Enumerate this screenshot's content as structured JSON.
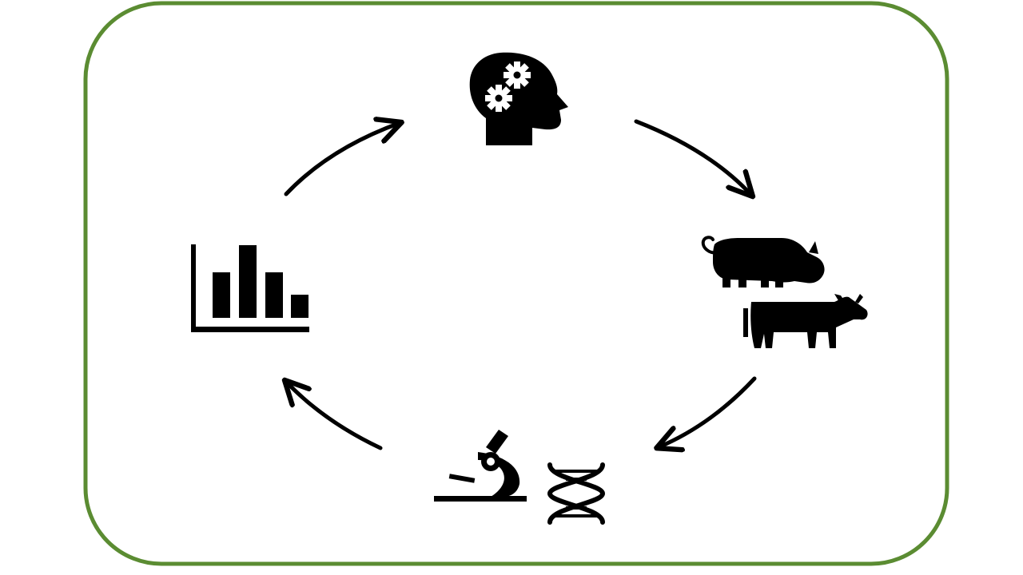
{
  "colors": {
    "frame": "#5b8c32",
    "ink": "#000000",
    "background": "#ffffff"
  },
  "cycle": {
    "nodes": [
      {
        "id": "idea",
        "icon": "head-with-gears-icon"
      },
      {
        "id": "animals",
        "icons": [
          "pig-icon",
          "cow-icon"
        ]
      },
      {
        "id": "lab-analysis",
        "icons": [
          "microscope-icon",
          "dna-helix-icon"
        ]
      },
      {
        "id": "data",
        "icon": "bar-chart-icon"
      }
    ],
    "arrows": [
      {
        "from": "idea",
        "to": "animals"
      },
      {
        "from": "animals",
        "to": "lab-analysis"
      },
      {
        "from": "lab-analysis",
        "to": "data"
      },
      {
        "from": "data",
        "to": "idea"
      }
    ]
  }
}
